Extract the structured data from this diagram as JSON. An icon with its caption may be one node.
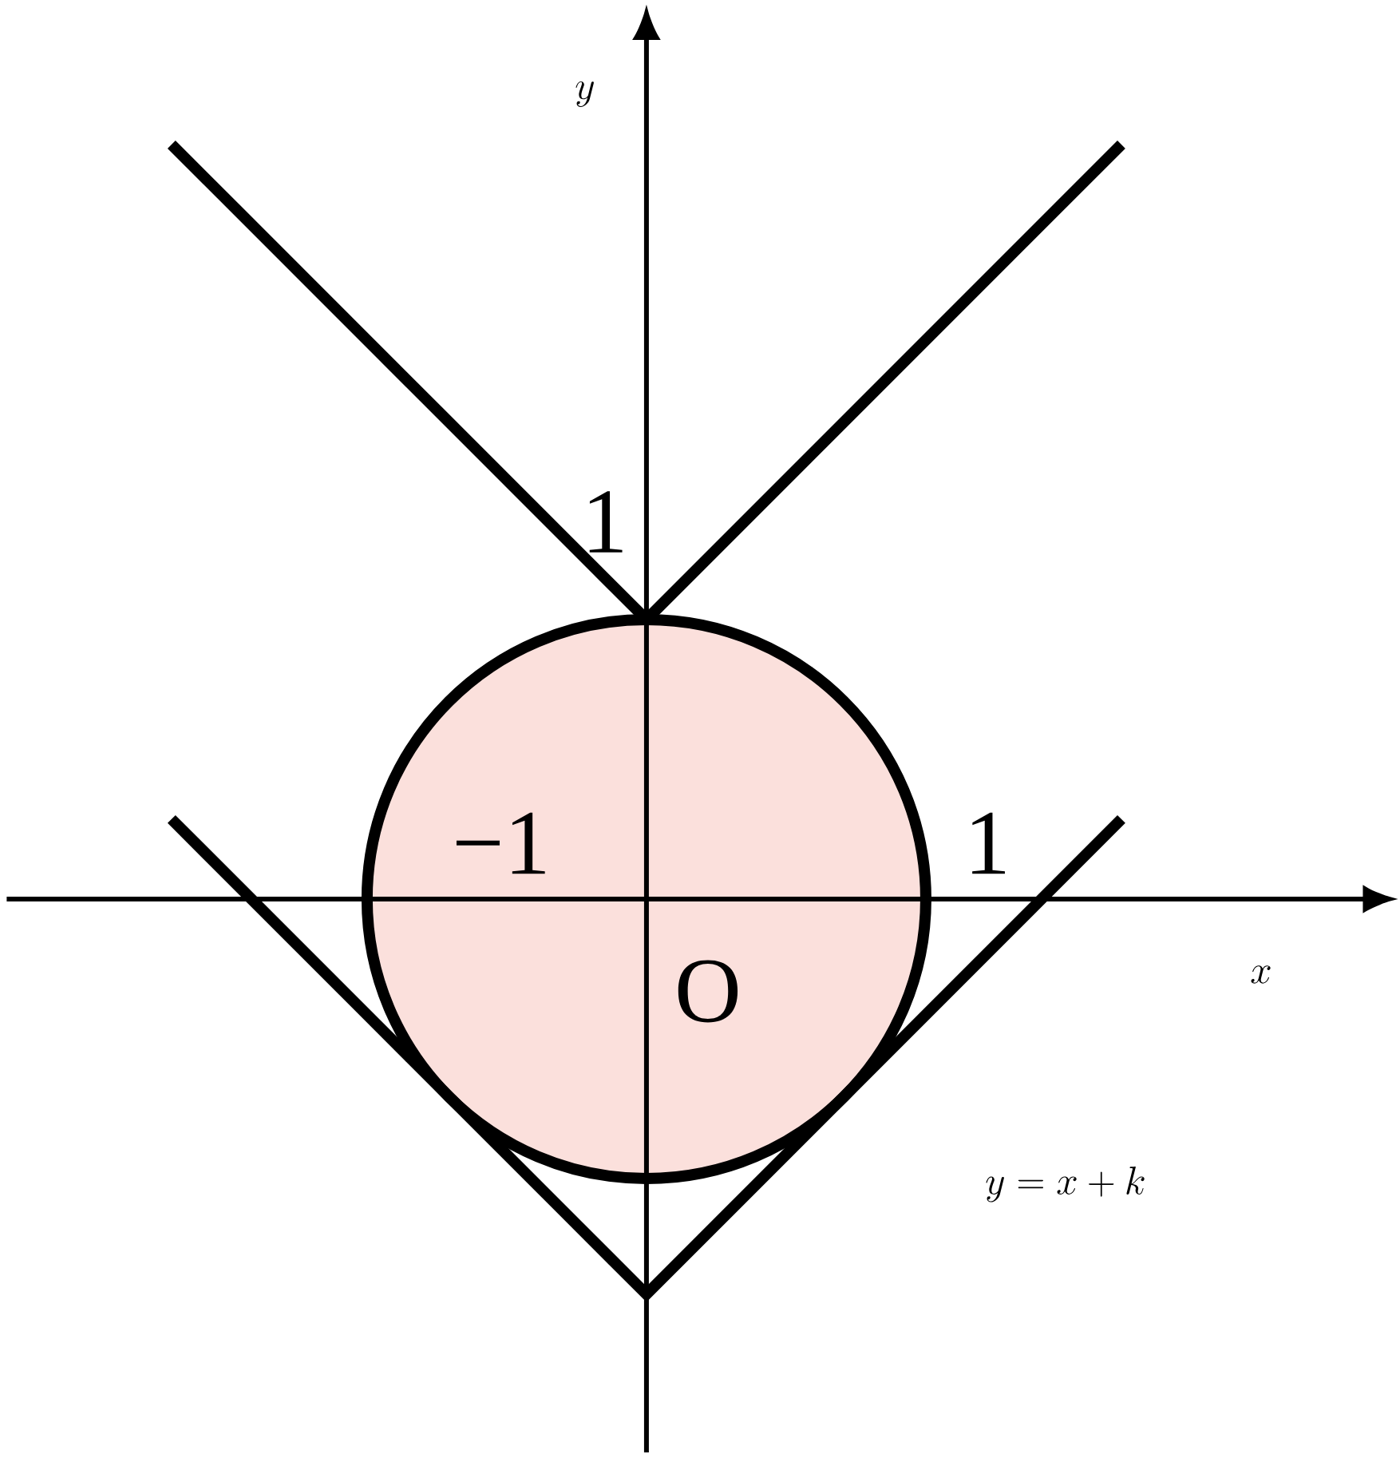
{
  "diagram": {
    "labels": [
      "y",
      "1",
      "−1",
      "1",
      "x",
      "O",
      "y=x+k"
    ]
  }
}
